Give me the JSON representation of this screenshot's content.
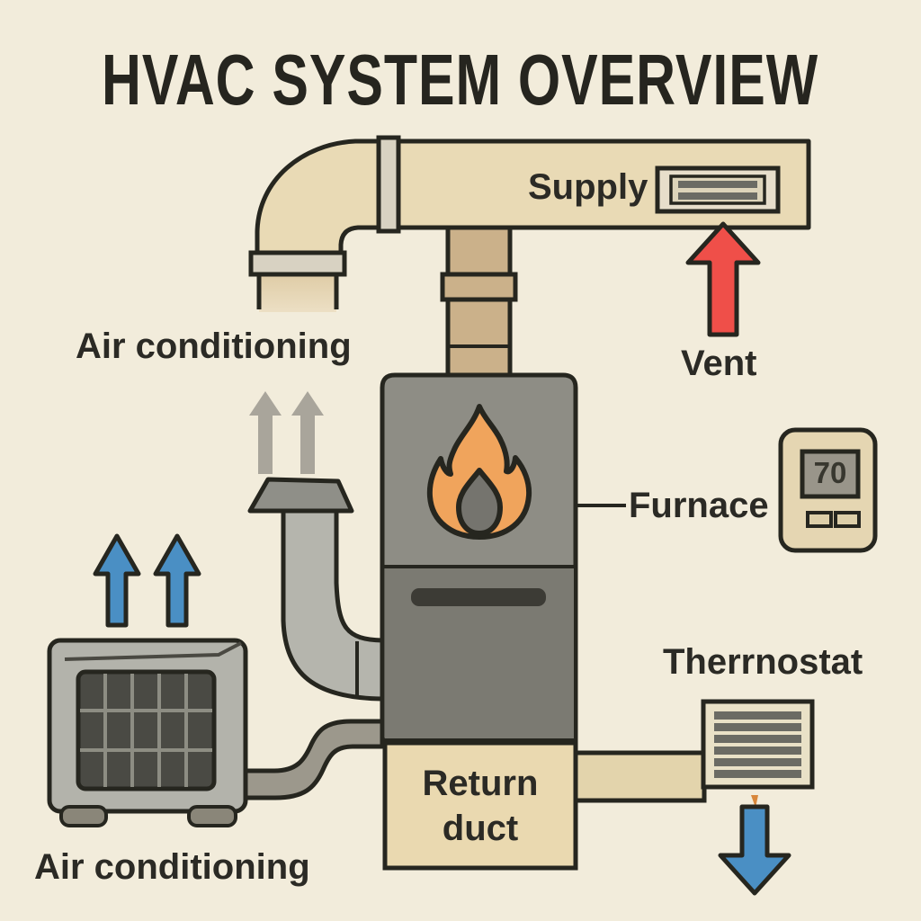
{
  "title": "HVAC SYSTEM OVERVIEW",
  "labels": {
    "supply": "Supply",
    "vent": "Vent",
    "air_conditioning_top": "Air conditioning",
    "furnace": "Furnace",
    "thermostat": "Therrnostat",
    "return_line1": "Return",
    "return_line2": "duct",
    "air_conditioning_bottom": "Air conditioning"
  },
  "thermostat": {
    "display_value": "70"
  },
  "icons": {
    "furnace_icon": "flame-icon",
    "supply_vent_icon": "vent-grille-icon",
    "return_vent_icon": "vent-grille-icon",
    "airflow_up_hot": "red-arrow-up-icon",
    "airflow_up_cool": "blue-arrow-up-icons",
    "airflow_exhaust": "gray-arrow-up-icons",
    "airflow_down": "blue-arrow-down-icon"
  },
  "colors": {
    "background": "#f2ecdb",
    "outline": "#26261f",
    "duct_beige": "#e9dab5",
    "duct_tan": "#cbb18a",
    "collar_gray": "#d8d2c2",
    "furnace_upper": "#8e8d85",
    "furnace_lower": "#7b7a72",
    "flame_orange": "#f0a45c",
    "ac_body": "#b3b3ab",
    "ac_grille": "#4a4a44",
    "pipe_gray": "#9c988c",
    "duct_gray": "#b5b5ad",
    "hood_gray": "#8f8f88",
    "arrow_red": "#ef4f49",
    "arrow_blue": "#4a8fc4",
    "arrow_gray": "#a9a59b",
    "thermostat_body": "#e5d6b2",
    "thermostat_display": "#99958a",
    "grille_bar": "#6b6b64",
    "text": "#2b2a25"
  }
}
